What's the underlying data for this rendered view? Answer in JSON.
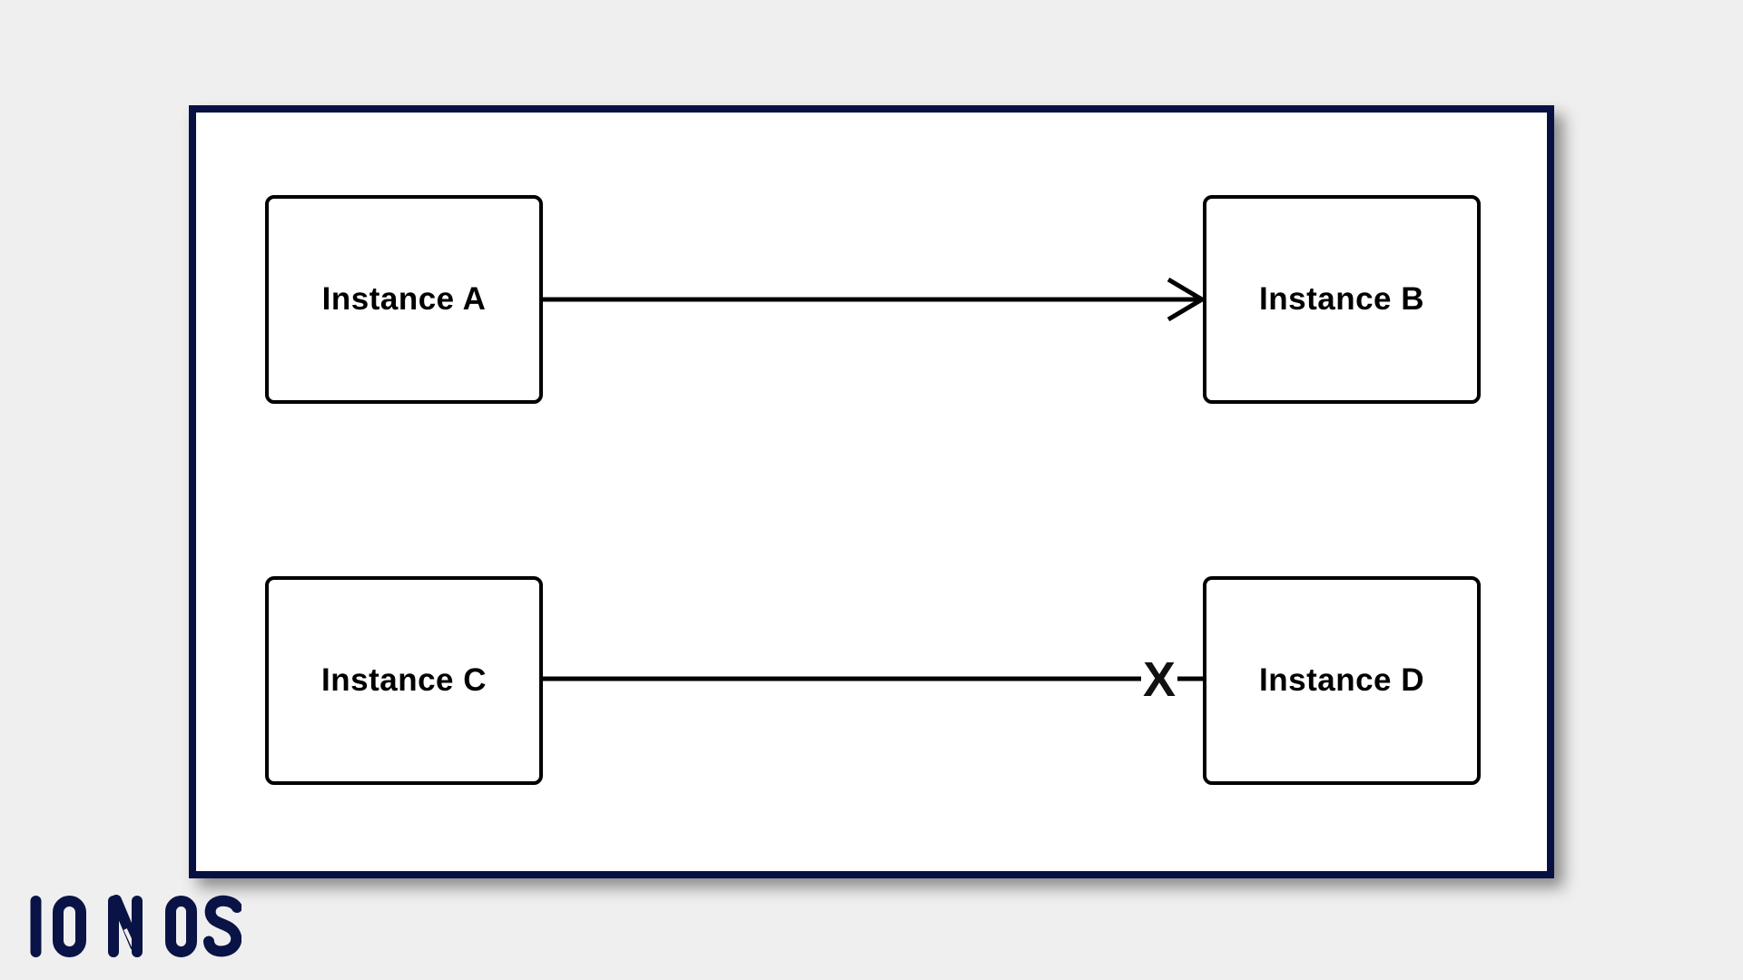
{
  "branding": {
    "logo_text": "IONOS",
    "logo_color": "#0a1346"
  },
  "colors": {
    "page_background": "#efefef",
    "panel_background": "#ffffff",
    "panel_border": "#061142",
    "diagram_ink": "#000000"
  },
  "diagram": {
    "nodes": [
      {
        "label": "Instance A"
      },
      {
        "label": "Instance B"
      },
      {
        "label": "Instance C"
      },
      {
        "label": "Instance D"
      }
    ],
    "connections": [
      {
        "from": "Instance A",
        "to": "Instance B",
        "type": "arrow"
      },
      {
        "from": "Instance C",
        "to": "Instance D",
        "type": "blocked",
        "marker": "X"
      }
    ]
  }
}
